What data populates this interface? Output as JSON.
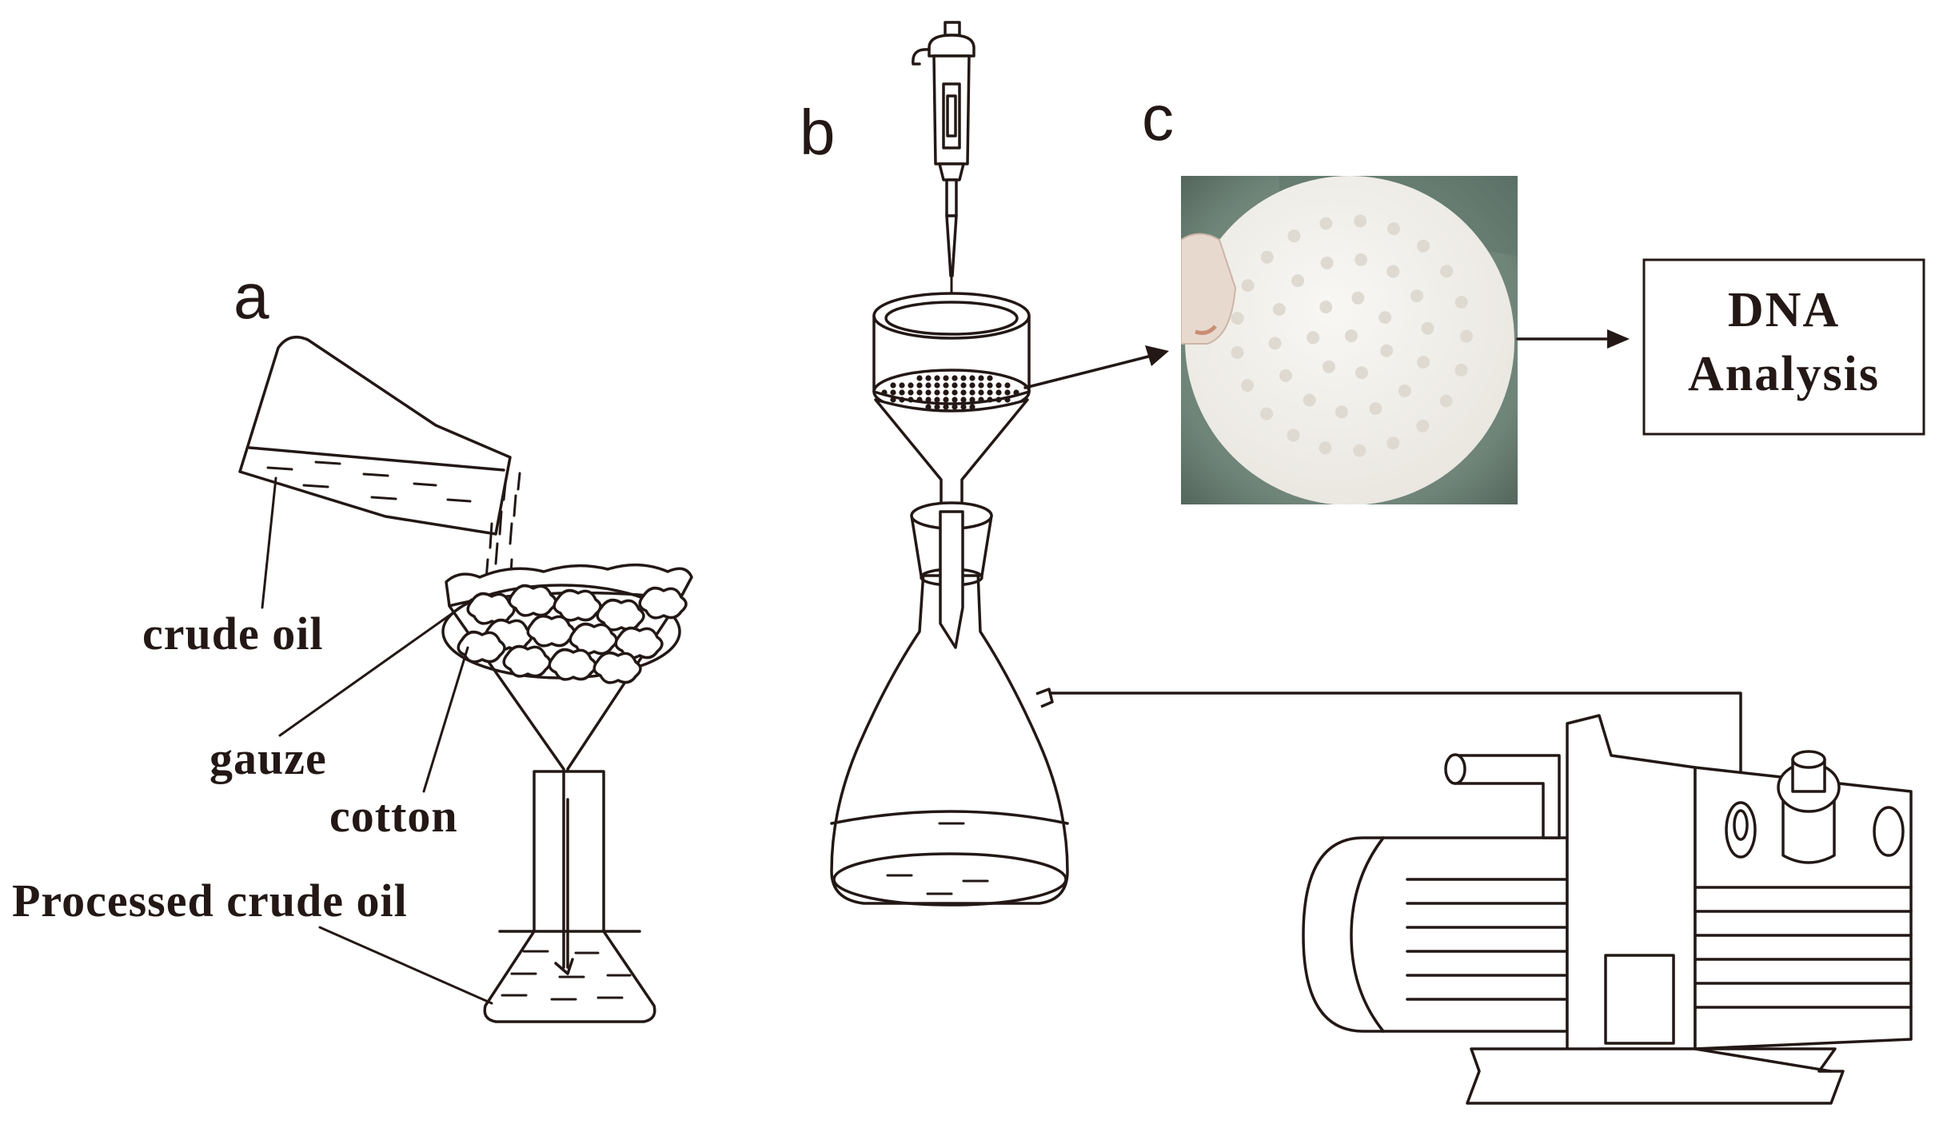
{
  "panels": {
    "a": "a",
    "b": "b",
    "c": "c"
  },
  "labels": {
    "crude_oil": "crude oil",
    "gauze": "gauze",
    "cotton": "cotton",
    "processed_crude_oil": "Processed crude oil"
  },
  "result_box": {
    "line1": "DNA",
    "line2": "Analysis"
  },
  "colors": {
    "ink": "#231815",
    "membrane": "#f1efea",
    "membrane_pores": "#e6e3dc",
    "photo_background": "#6f8478",
    "glove": "#e8d9cf"
  }
}
